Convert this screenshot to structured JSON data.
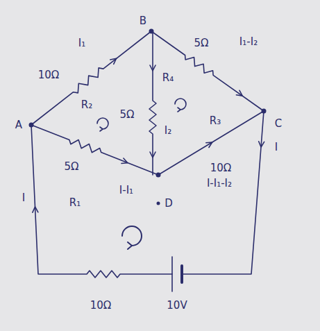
{
  "diagram": {
    "labels": [
      "I₁",
      "B",
      "10Ω",
      "R₂",
      "5Ω",
      "R₄",
      "5Ω",
      "I₁-I₂",
      "I₂",
      "A",
      "C",
      "R₃",
      "I",
      "5Ω",
      "I-I₁",
      "10Ω",
      "D",
      "R₁",
      "I-I₁-I₂",
      "I",
      "10Ω",
      "10V"
    ]
  }
}
